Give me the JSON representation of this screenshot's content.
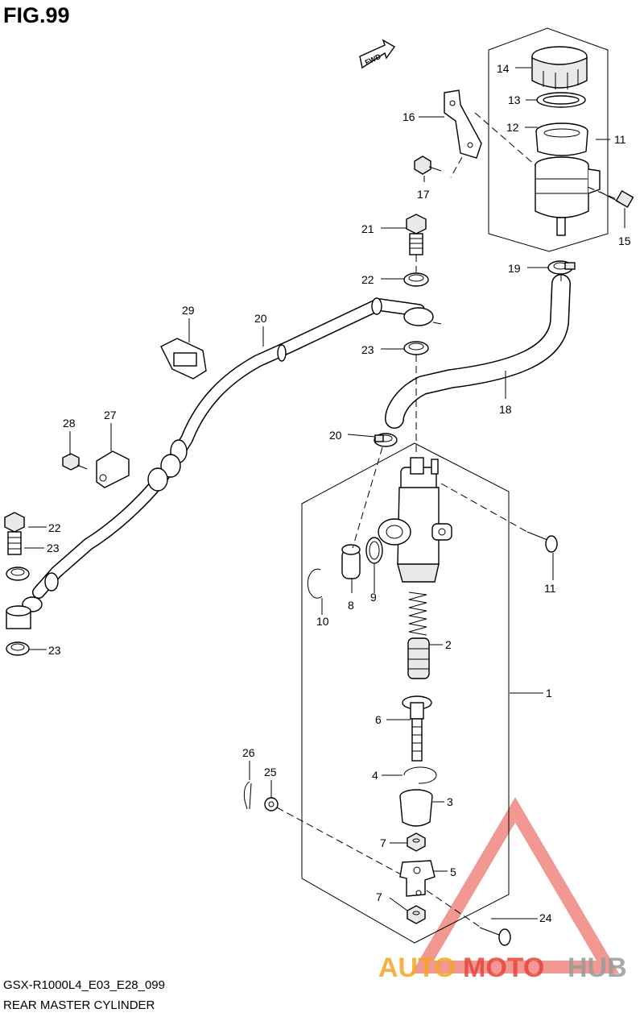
{
  "figure": {
    "title": "FIG.99",
    "code": "GSX-R1000L4_E03_E28_099",
    "name": "REAR MASTER CYLINDER",
    "fwd_label": "FWD"
  },
  "callouts": [
    {
      "id": "c1",
      "label": "1"
    },
    {
      "id": "c2",
      "label": "2"
    },
    {
      "id": "c3",
      "label": "3"
    },
    {
      "id": "c4",
      "label": "4"
    },
    {
      "id": "c5",
      "label": "5"
    },
    {
      "id": "c6",
      "label": "6"
    },
    {
      "id": "c7a",
      "label": "7"
    },
    {
      "id": "c7b",
      "label": "7"
    },
    {
      "id": "c8",
      "label": "8"
    },
    {
      "id": "c9",
      "label": "9"
    },
    {
      "id": "c10",
      "label": "10"
    },
    {
      "id": "c11",
      "label": "11"
    },
    {
      "id": "c12",
      "label": "12"
    },
    {
      "id": "c13",
      "label": "13"
    },
    {
      "id": "c14",
      "label": "14"
    },
    {
      "id": "c15",
      "label": "15"
    },
    {
      "id": "c16",
      "label": "16"
    },
    {
      "id": "c17",
      "label": "17"
    },
    {
      "id": "c18",
      "label": "18"
    },
    {
      "id": "c19",
      "label": "19"
    },
    {
      "id": "c20a",
      "label": "20"
    },
    {
      "id": "c20b",
      "label": "20"
    },
    {
      "id": "c21",
      "label": "21"
    },
    {
      "id": "c22a",
      "label": "22"
    },
    {
      "id": "c22b",
      "label": "22"
    },
    {
      "id": "c23a",
      "label": "23"
    },
    {
      "id": "c23b",
      "label": "23"
    },
    {
      "id": "c23c",
      "label": "23"
    },
    {
      "id": "c23d",
      "label": "23"
    },
    {
      "id": "c24",
      "label": "24"
    },
    {
      "id": "c25",
      "label": "25"
    },
    {
      "id": "c26",
      "label": "26"
    },
    {
      "id": "c27",
      "label": "27"
    },
    {
      "id": "c28",
      "label": "28"
    },
    {
      "id": "c29",
      "label": "29"
    }
  ],
  "watermark": {
    "part1": "AUTO",
    "part2": "MOTO",
    "part3": "HUB",
    "color_orange": "#f5a623",
    "color_red": "#e8443a",
    "color_gray": "#9a9a9a"
  }
}
